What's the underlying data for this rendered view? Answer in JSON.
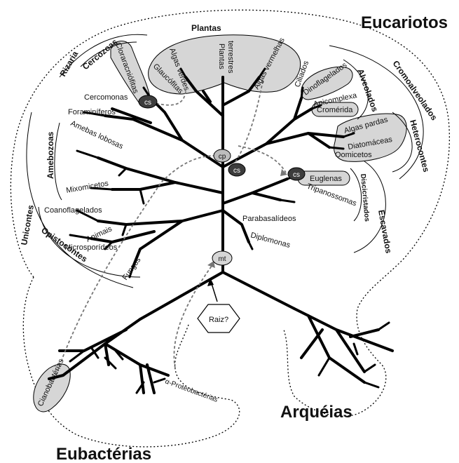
{
  "domains": {
    "eucariotos": "Eucariotos",
    "eubacterias": "Eubactérias",
    "arqueias": "Arquéias"
  },
  "groups": {
    "plantas": "Plantas",
    "rizaria": "Rizaria",
    "cercozoas": "Cercozoas",
    "amebozoas": "Amebozoas",
    "unicontes": "Unicontes",
    "opistocontes": "Opistocontes",
    "alveolados": "Alveolados",
    "cromoalveolados": "Cromoalveolados",
    "heterocontes": "Heterocontes",
    "discicristados": "Discicristados",
    "escavados": "Escavados"
  },
  "taxa": {
    "cloraracniofitas": "Cloraracniófitas",
    "cercomonas": "Cercomonas",
    "foraminiferos": "Foraminíferos",
    "glaucofitas": "Glaucófitas",
    "algas_verdes": "Algas verdes",
    "plantas_terrestres_1": "Plantas",
    "plantas_terrestres_2": "terrestres",
    "algas_vermelhas": "Algas vermelhas",
    "ciliados": "Ciliados",
    "dinoflagelados": "Dinoflagelados",
    "apicomplexa": "Apicomplexa",
    "cromerida": "Cromérida",
    "algas_pardas": "Algas pardas",
    "diatomaceas": "Diatomáceas",
    "oomicetos": "Oomicetos",
    "amebas_lobosas": "Amebas lobosas",
    "mixomicetos": "Mixomicetos",
    "euglenas": "Euglenas",
    "tripanossomas": "Tripanossomas",
    "coanoflagelados": "Coanoflagelados",
    "animais": "Animais",
    "microsporideos": "Microsporídeos",
    "fungos": "Fungos",
    "parabasalideos": "Parabasalídeos",
    "diplomonas": "Diplomonas",
    "cianobacterias": "Cianobactérias",
    "proteobacterias": "α-Proteobactérias"
  },
  "markers": {
    "cs": "cs",
    "cp": "cp",
    "mt": "mt",
    "raiz": "Raiz?"
  },
  "colors": {
    "highlight": "#d6d6d6",
    "organelle_dark": "#3c3c3c",
    "organelle_light": "#bdbdbd",
    "arrow": "#777777"
  }
}
